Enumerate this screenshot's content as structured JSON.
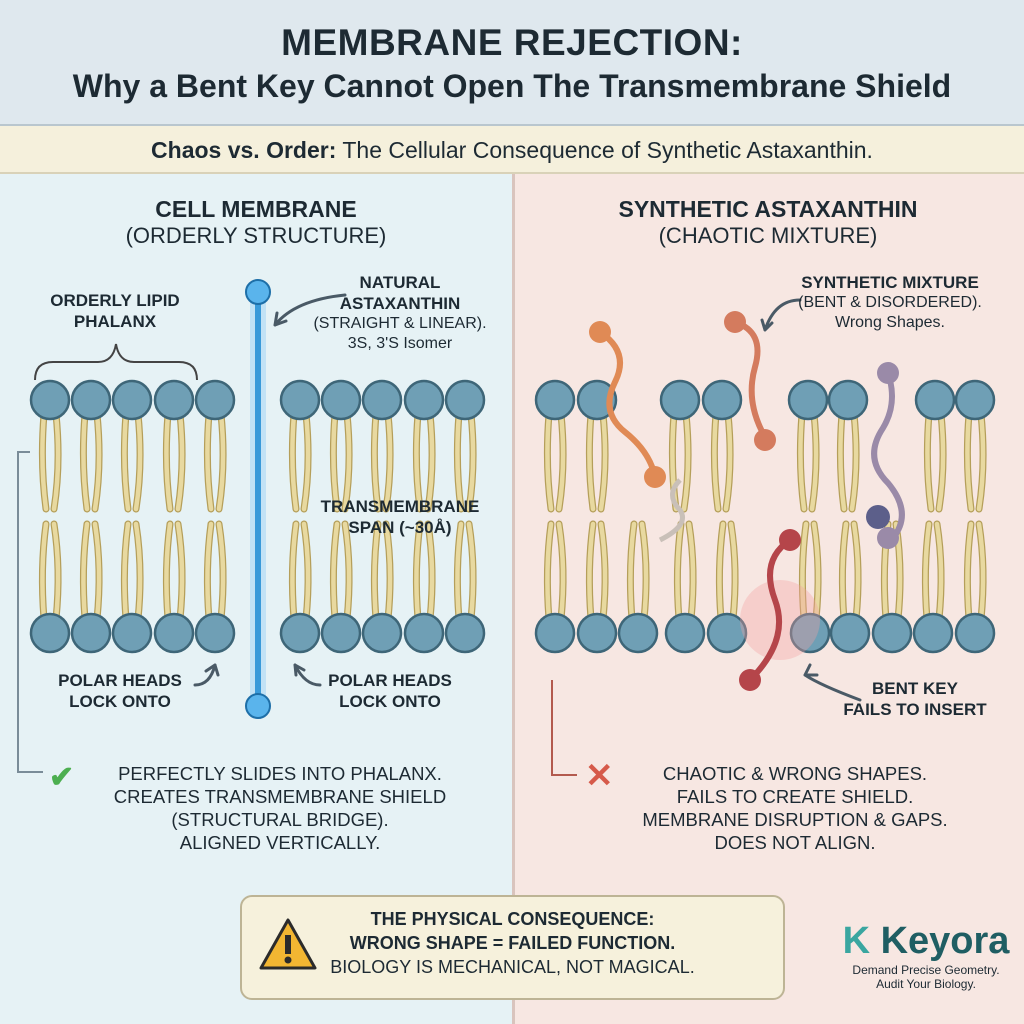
{
  "header": {
    "title": "MEMBRANE REJECTION:",
    "subtitle": "Why a Bent Key Cannot Open The Transmembrane Shield"
  },
  "tagline": {
    "bold": "Chaos vs. Order:",
    "text": " The Cellular Consequence of Synthetic Astaxanthin."
  },
  "left": {
    "title": "CELL MEMBRANE",
    "subtitle": "(ORDERLY STRUCTURE)",
    "phalanx_label": [
      "ORDERLY LIPID",
      "PHALANX"
    ],
    "natural_label": [
      "NATURAL",
      "ASTAXANTHIN"
    ],
    "natural_desc": [
      "(STRAIGHT & LINEAR).",
      "3S, 3'S Isomer"
    ],
    "span_label": [
      "TRANSMEMBRANE",
      "SPAN (~30Å)"
    ],
    "polar_left": [
      "POLAR HEADS",
      "LOCK ONTO"
    ],
    "polar_right": [
      "POLAR HEADS",
      "LOCK ONTO"
    ],
    "result": [
      "PERFECTLY SLIDES INTO PHALANX.",
      "CREATES TRANSMEMBRANE SHIELD",
      "(STRUCTURAL BRIDGE).",
      "ALIGNED VERTICALLY."
    ]
  },
  "right": {
    "title": "SYNTHETIC ASTAXANTHIN",
    "subtitle": "(CHAOTIC MIXTURE)",
    "mixture_label": "SYNTHETIC MIXTURE",
    "mixture_desc": [
      "(BENT & DISORDERED).",
      "Wrong Shapes."
    ],
    "bent_label": [
      "BENT KEY",
      "FAILS TO INSERT"
    ],
    "result": [
      "CHAOTIC & WRONG SHAPES.",
      "FAILS TO CREATE SHIELD.",
      "MEMBRANE DISRUPTION & GAPS.",
      "DOES NOT ALIGN."
    ]
  },
  "consequence": {
    "line1": "THE PHYSICAL CONSEQUENCE:",
    "line2": "WRONG SHAPE = FAILED FUNCTION.",
    "line3": "BIOLOGY IS MECHANICAL, NOT MAGICAL."
  },
  "brand": {
    "name": "Keyora",
    "tag1": "Demand Precise Geometry.",
    "tag2": "Audit Your Biology."
  },
  "colors": {
    "head": "#6f9fb5",
    "tail": "#e8d9a0",
    "rod": "#3a9ad9",
    "check": "#4caf50",
    "cross": "#d65a4a",
    "brand": "#1f5e63"
  }
}
